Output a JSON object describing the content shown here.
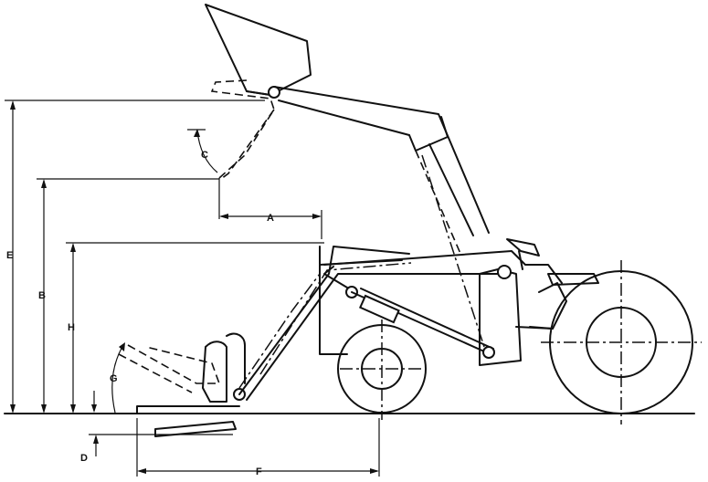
{
  "dimensions": {
    "A": "A",
    "B": "B",
    "C": "C",
    "D": "D",
    "E": "E",
    "F": "F",
    "G": "G",
    "H": "H"
  }
}
